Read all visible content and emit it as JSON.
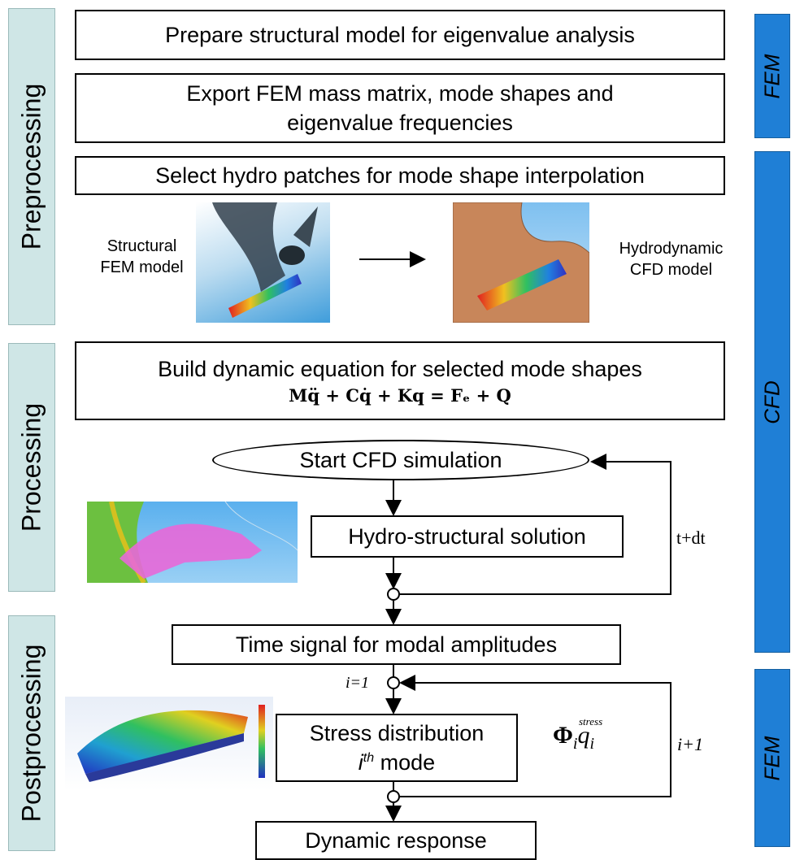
{
  "phases": {
    "preprocessing": "Preprocessing",
    "processing": "Processing",
    "postprocessing": "Postprocessing"
  },
  "side_labels": {
    "fem_top": "FEM",
    "cfd": "CFD",
    "fem_bottom": "FEM"
  },
  "steps": {
    "prepare": "Prepare structural model for eigenvalue analysis",
    "export_line1": "Export FEM mass matrix, mode shapes and",
    "export_line2": "eigenvalue frequencies",
    "select": "Select hydro patches for mode shape interpolation",
    "build": "Build dynamic equation for selected mode shapes",
    "equation": "Mq̈ + Cq̇ + Kq = Fₑ + Q",
    "start_cfd": "Start CFD simulation",
    "hydro_structural": "Hydro-structural solution",
    "time_signal": "Time signal for modal amplitudes",
    "stress_line1": "Stress distribution",
    "stress_mode_sup": "th",
    "stress_mode_word": "mode",
    "dynamic_response": "Dynamic response"
  },
  "image_labels": {
    "structural_line1": "Structural",
    "structural_line2": "FEM model",
    "hydro_line1": "Hydrodynamic",
    "hydro_line2": "CFD model"
  },
  "loop_labels": {
    "t_dt": "t+dt",
    "i_init": "i=1",
    "i_next": "i+1"
  },
  "formula": {
    "phi": "Φ",
    "sup": "stress",
    "sub_i": "i",
    "q": "q",
    "q_sub": "i"
  },
  "colors": {
    "phase_fill": "#cfe6e6",
    "side_fill": "#1f7fd6"
  }
}
